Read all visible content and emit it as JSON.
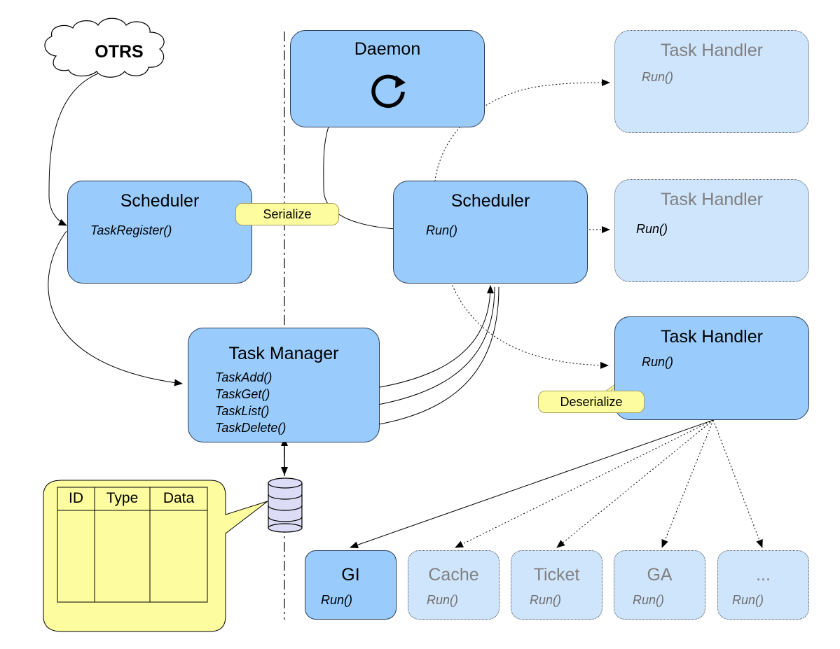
{
  "otrs": {
    "label": "OTRS"
  },
  "daemon": {
    "title": "Daemon"
  },
  "scheduler_client": {
    "title": "Scheduler",
    "method": "TaskRegister()"
  },
  "serialize_note": "Serialize",
  "scheduler_daemon": {
    "title": "Scheduler",
    "method": "Run()"
  },
  "task_manager": {
    "title": "Task Manager",
    "methods": [
      "TaskAdd()",
      "TaskGet()",
      "TaskList()",
      "TaskDelete()"
    ]
  },
  "task_handlers": [
    {
      "title": "Task Handler",
      "method": "Run()"
    },
    {
      "title": "Task Handler",
      "method": "Run()"
    },
    {
      "title": "Task Handler",
      "method": "Run()"
    }
  ],
  "deserialize_note": "Deserialize",
  "db_table": {
    "columns": [
      "ID",
      "Type",
      "Data"
    ]
  },
  "backends": [
    {
      "title": "GI",
      "method": "Run()"
    },
    {
      "title": "Cache",
      "method": "Run()"
    },
    {
      "title": "Ticket",
      "method": "Run()"
    },
    {
      "title": "GA",
      "method": "Run()"
    },
    {
      "title": "...",
      "method": "Run()"
    }
  ],
  "colors": {
    "box_fill": "#99ccfd",
    "ghost_fill": "#cfe5fc",
    "callout_fill": "#fdfd9f",
    "ghost_text": "#808080"
  }
}
